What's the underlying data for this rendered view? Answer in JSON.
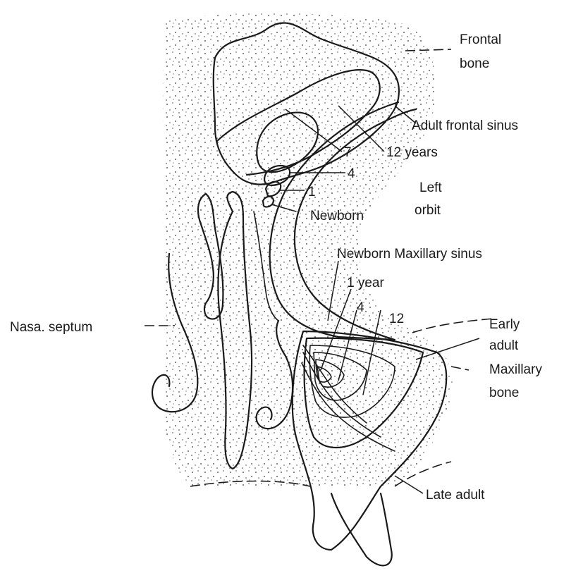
{
  "diagram": {
    "labels": {
      "frontal_bone_line1": "Frontal",
      "frontal_bone_line2": "bone",
      "adult_frontal_sinus": "Adult frontal sinus",
      "seven": "7",
      "twelve_years": "12 years",
      "four": "4",
      "one": "1",
      "newborn": "Newborn",
      "left_orbit_line1": "Left",
      "left_orbit_line2": "orbit",
      "newborn_maxillary_sinus": "Newborn Maxillary sinus",
      "one_year": "1 year",
      "four_b": "4",
      "twelve": "12",
      "nasal_septum": "Nasa. septum",
      "early_adult_line1": "Early",
      "early_adult_line2": "adult",
      "maxillary_bone_line1": "Maxillary",
      "maxillary_bone_line2": "bone",
      "late_adult": "Late adult"
    }
  }
}
